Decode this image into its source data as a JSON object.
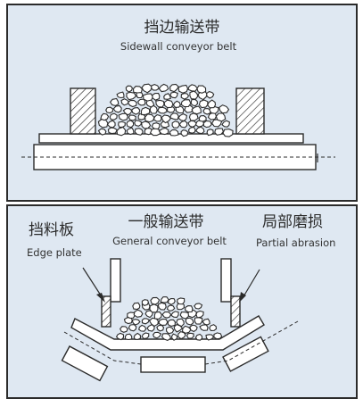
{
  "top": {
    "title_cn": "挡边输送带",
    "title_en": "Sidewall conveyor belt"
  },
  "bottom": {
    "center_cn": "一般输送带",
    "center_en": "General conveyor belt",
    "left_cn": "挡料板",
    "left_en": "Edge plate",
    "right_cn": "局部磨损",
    "right_en": "Partial abrasion"
  },
  "colors": {
    "panel_bg": "#dfe8f2",
    "line": "#2b2b2b"
  }
}
